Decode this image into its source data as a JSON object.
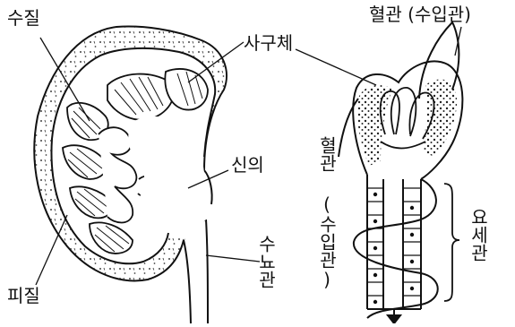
{
  "labels": {
    "medulla": "수질",
    "cortex": "피질",
    "glomerulus": "사구체",
    "renal_pelvis": "신의",
    "ureter": "수뇨관",
    "vessel_top": "혈관 (수입관)",
    "vessel_side": "혈관 (수입관)",
    "tubule": "요세관"
  }
}
